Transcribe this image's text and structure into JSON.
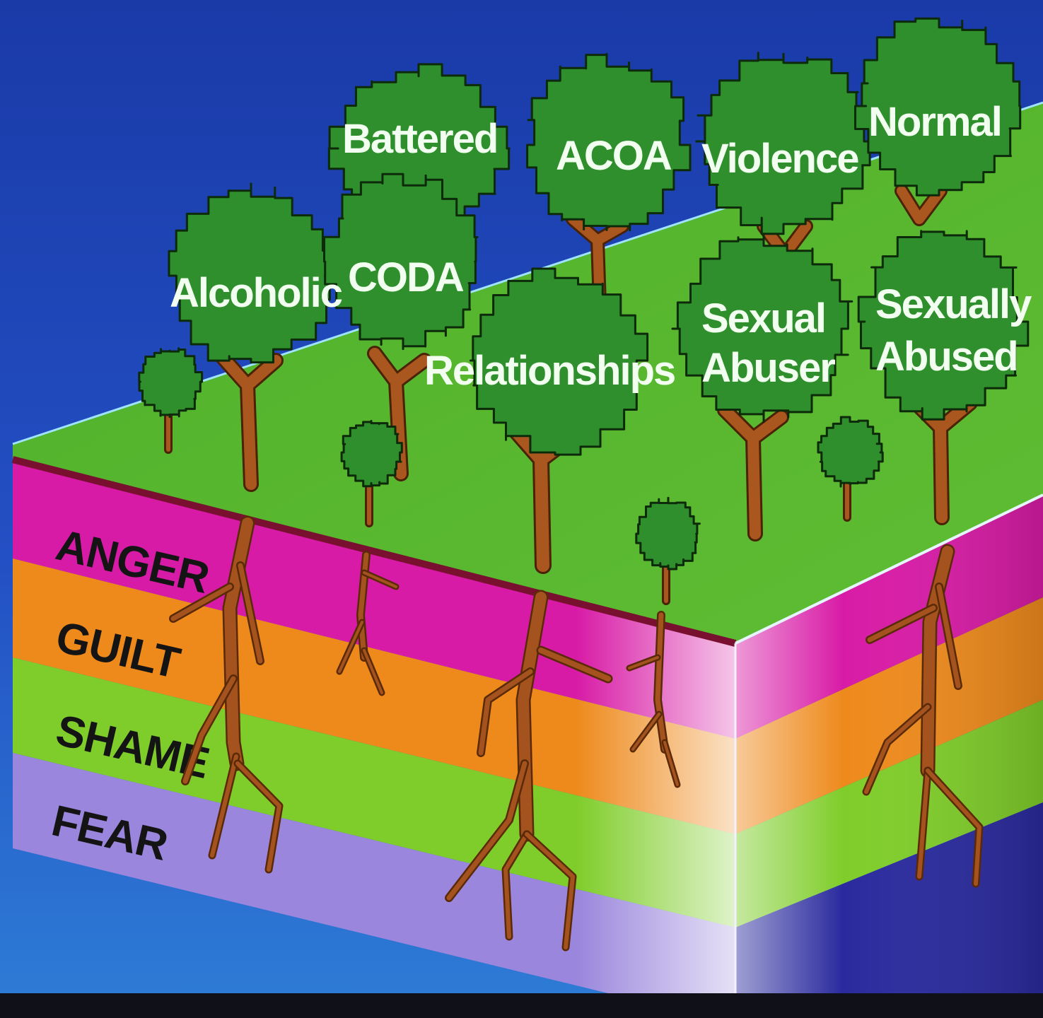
{
  "trees": [
    {
      "id": "alcoholic",
      "label_lines": [
        "Alcoholic"
      ]
    },
    {
      "id": "battered",
      "label_lines": [
        "Battered"
      ]
    },
    {
      "id": "coda",
      "label_lines": [
        "CODA"
      ]
    },
    {
      "id": "acoa",
      "label_lines": [
        "ACOA"
      ]
    },
    {
      "id": "violence",
      "label_lines": [
        "Violence"
      ]
    },
    {
      "id": "normal",
      "label_lines": [
        "Normal"
      ]
    },
    {
      "id": "relationships",
      "label_lines": [
        "Relationships"
      ]
    },
    {
      "id": "sexual-abuser",
      "label_lines": [
        "Sexual",
        "Abuser"
      ]
    },
    {
      "id": "sexually-abused",
      "label_lines": [
        "Sexually",
        "Abused"
      ]
    }
  ],
  "layers": [
    {
      "id": "anger",
      "label": "ANGER",
      "color": "#d81ba6"
    },
    {
      "id": "guilt",
      "label": "GUILT",
      "color": "#ee8a1c"
    },
    {
      "id": "shame",
      "label": "SHAME",
      "color": "#7fcd2a"
    },
    {
      "id": "fear",
      "label": "FEAR",
      "color": "#9a86dc"
    }
  ],
  "colors": {
    "sky": "#1f3fb0",
    "ground_top": "#57b72a",
    "crown": "#2e8f2c",
    "root": "#a4531f"
  }
}
